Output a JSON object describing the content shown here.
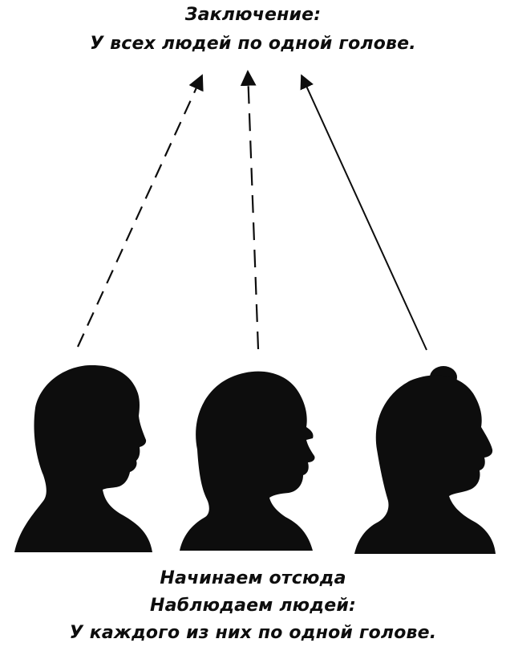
{
  "conclusion": {
    "title": "Заключение:",
    "text": "У всех людей по одной голове."
  },
  "start": {
    "title": "Начинаем отсюда",
    "observe": "Наблюдаем людей:",
    "text": "У каждого из них по одной голове."
  },
  "figures": [
    {
      "name": "man-silhouette"
    },
    {
      "name": "woman-silhouette"
    },
    {
      "name": "elderly-woman-silhouette"
    }
  ],
  "arrows": [
    {
      "name": "arrow-left",
      "style": "dashed"
    },
    {
      "name": "arrow-middle",
      "style": "dashed"
    },
    {
      "name": "arrow-right",
      "style": "solid"
    }
  ],
  "colors": {
    "ink": "#0d0d0d",
    "background": "#ffffff"
  }
}
